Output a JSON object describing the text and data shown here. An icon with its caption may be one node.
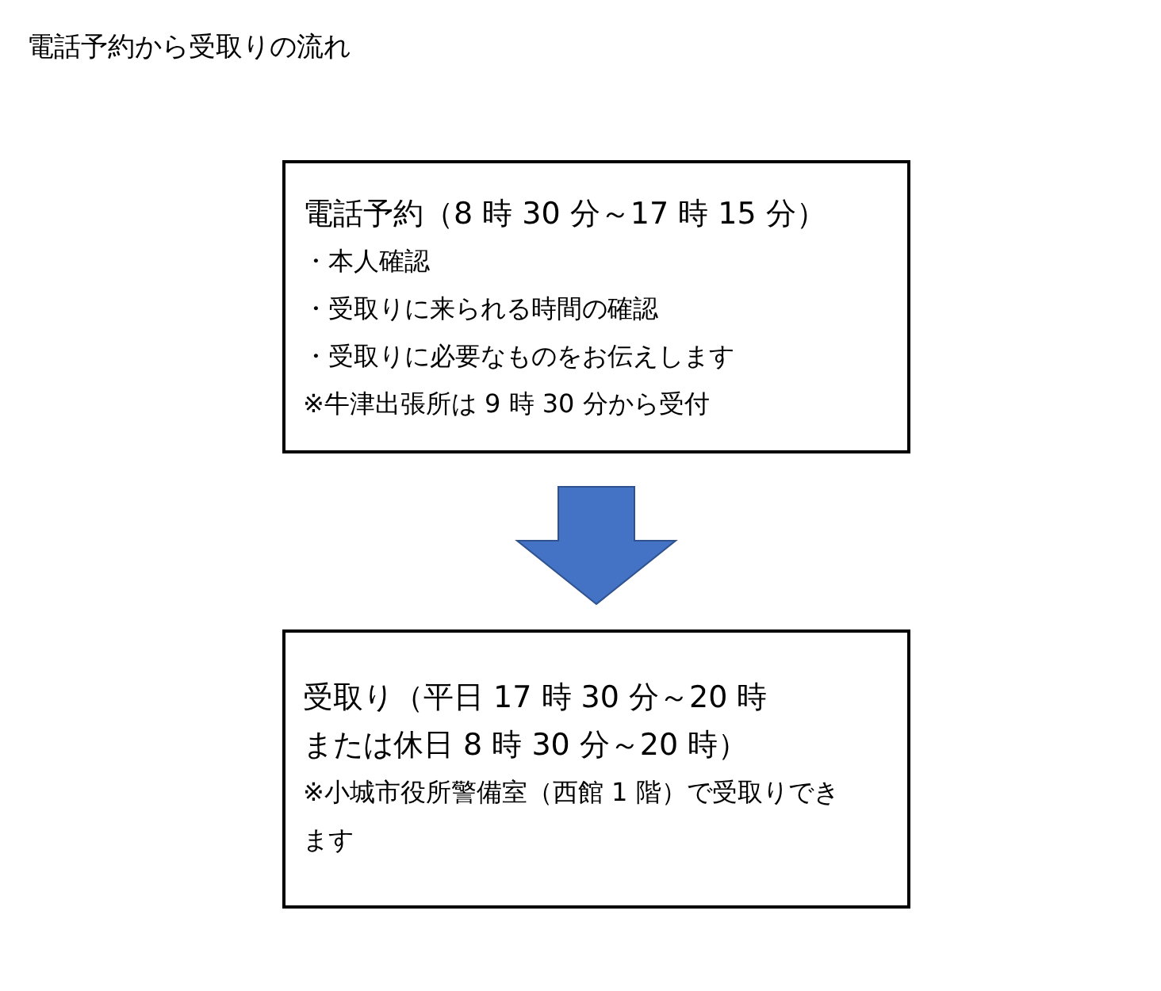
{
  "diagram": {
    "title": "電話予約から受取りの流れ",
    "nodes": [
      {
        "text": [
          "電話予約（8 時 30 分～17 時 15 分）",
          "・本人確認",
          "・受取りに来られる時間の確認",
          "・受取りに必要なものをお伝えします",
          "※牛津出張所は 9 時 30 分から受付"
        ]
      },
      {
        "text": [
          "受取り（平日 17 時 30 分～20 時または休日 8 時 30 分～20 時）",
          "※小城市役所警備室（西館 1 階）で受取りできます"
        ]
      }
    ],
    "edges": [
      {
        "from": 0,
        "to": 1,
        "arrow": "to"
      }
    ]
  }
}
